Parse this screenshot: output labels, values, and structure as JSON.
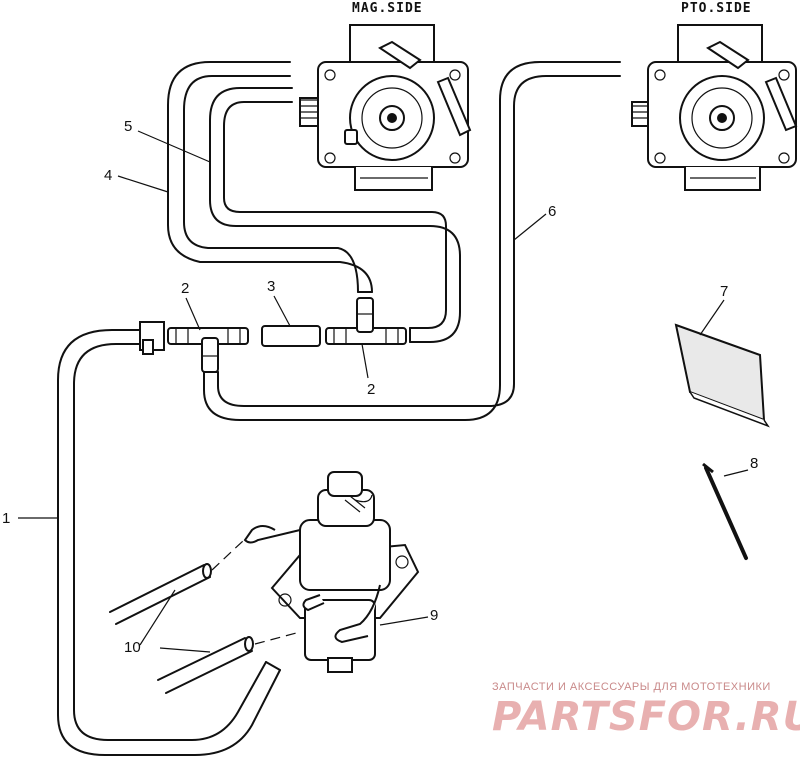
{
  "carb_labels": {
    "mag": "MAG.SIDE",
    "pto": "PTO.SIDE"
  },
  "callouts": {
    "c1": "1",
    "c2a": "2",
    "c2b": "2",
    "c3": "3",
    "c4": "4",
    "c5": "5",
    "c6": "6",
    "c7": "7",
    "c8": "8",
    "c9": "9",
    "c10": "10"
  },
  "watermark": {
    "tagline": "ЗАПЧАСТИ И АКСЕССУАРЫ ДЛЯ МОТОТЕХНИКИ",
    "brand": "PARTSFOR.RU",
    "color": "#d98c8c"
  }
}
